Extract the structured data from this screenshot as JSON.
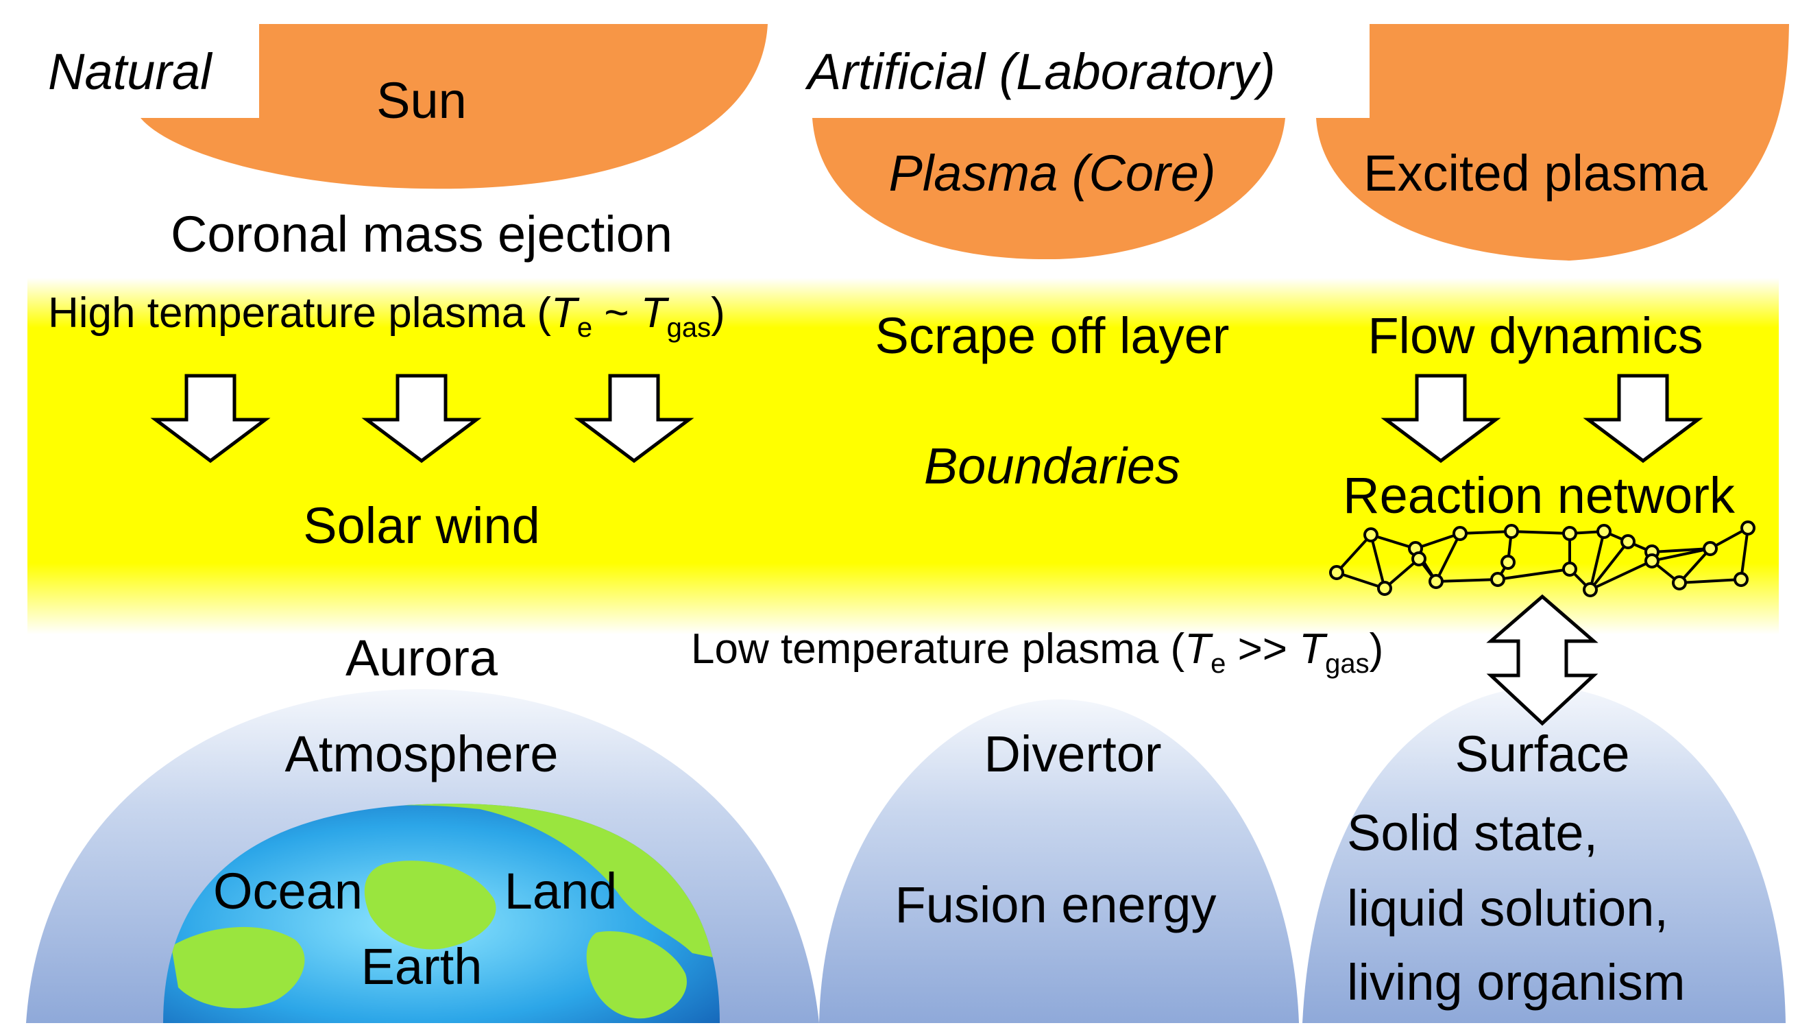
{
  "labels": {
    "natural": "Natural",
    "artificial": "Artificial (Laboratory)",
    "sun": "Sun",
    "plasma_core": "Plasma (Core)",
    "excited_plasma": "Excited plasma",
    "coronal_mass_ejection": "Coronal mass ejection",
    "scrape_off_layer": "Scrape off layer",
    "flow_dynamics": "Flow dynamics",
    "boundaries": "Boundaries",
    "reaction_network": "Reaction network",
    "solar_wind": "Solar wind",
    "aurora": "Aurora",
    "atmosphere": "Atmosphere",
    "ocean": "Ocean",
    "land": "Land",
    "earth": "Earth",
    "divertor": "Divertor",
    "fusion_energy": "Fusion energy",
    "surface": "Surface",
    "surface_examples": [
      "Solid state,",
      "liquid solution,",
      "living organism"
    ]
  },
  "high_temperature": {
    "prefix": "High temperature plasma (",
    "te": "T",
    "te_sub": "e",
    "relation": " ~ ",
    "tgas": "T",
    "tgas_sub": "gas",
    "suffix": ")"
  },
  "low_temperature": {
    "prefix": "Low temperature plasma (",
    "te": "T",
    "te_sub": "e",
    "relation": " >> ",
    "tgas": "T",
    "tgas_sub": "gas",
    "suffix": ")"
  },
  "colors": {
    "plasma_orange": "#F79646",
    "boundary_yellow": "#FFFF00",
    "dome_blue": "#8FA9D9",
    "ocean_blue": "#2CA6E8",
    "land_green": "#9AE53E"
  }
}
